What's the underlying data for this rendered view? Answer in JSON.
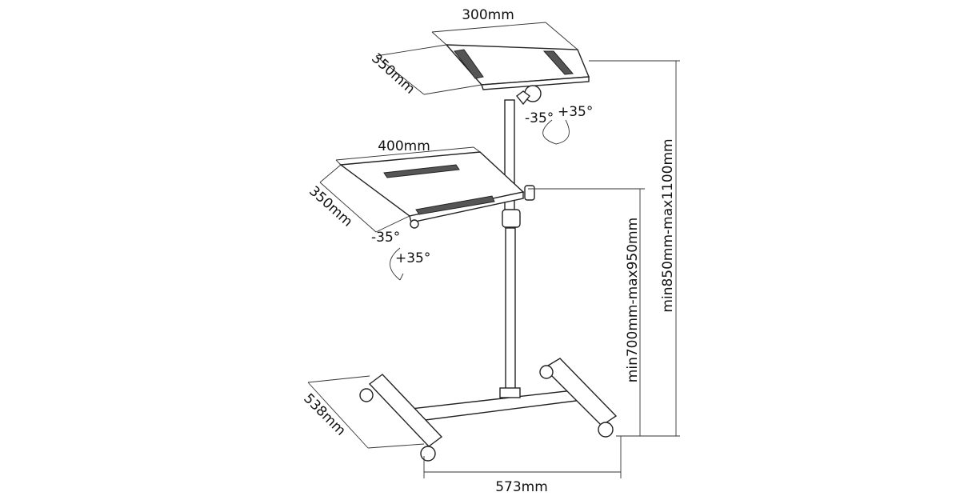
{
  "top_tray": {
    "width_label": "300mm",
    "depth_label": "350mm",
    "tilt_minus": "-35°",
    "tilt_plus": "+35°"
  },
  "lower_tray": {
    "width_label": "400mm",
    "depth_label": "350mm",
    "tilt_minus": "-35°",
    "tilt_plus": "+35°"
  },
  "heights": {
    "lower_tray_label": "min700mm-max950mm",
    "top_tray_label": "min850mm-max1100mm"
  },
  "base": {
    "depth_label": "538mm",
    "width_label": "573mm"
  },
  "colors": {
    "line": "#222222",
    "background": "#ffffff"
  }
}
